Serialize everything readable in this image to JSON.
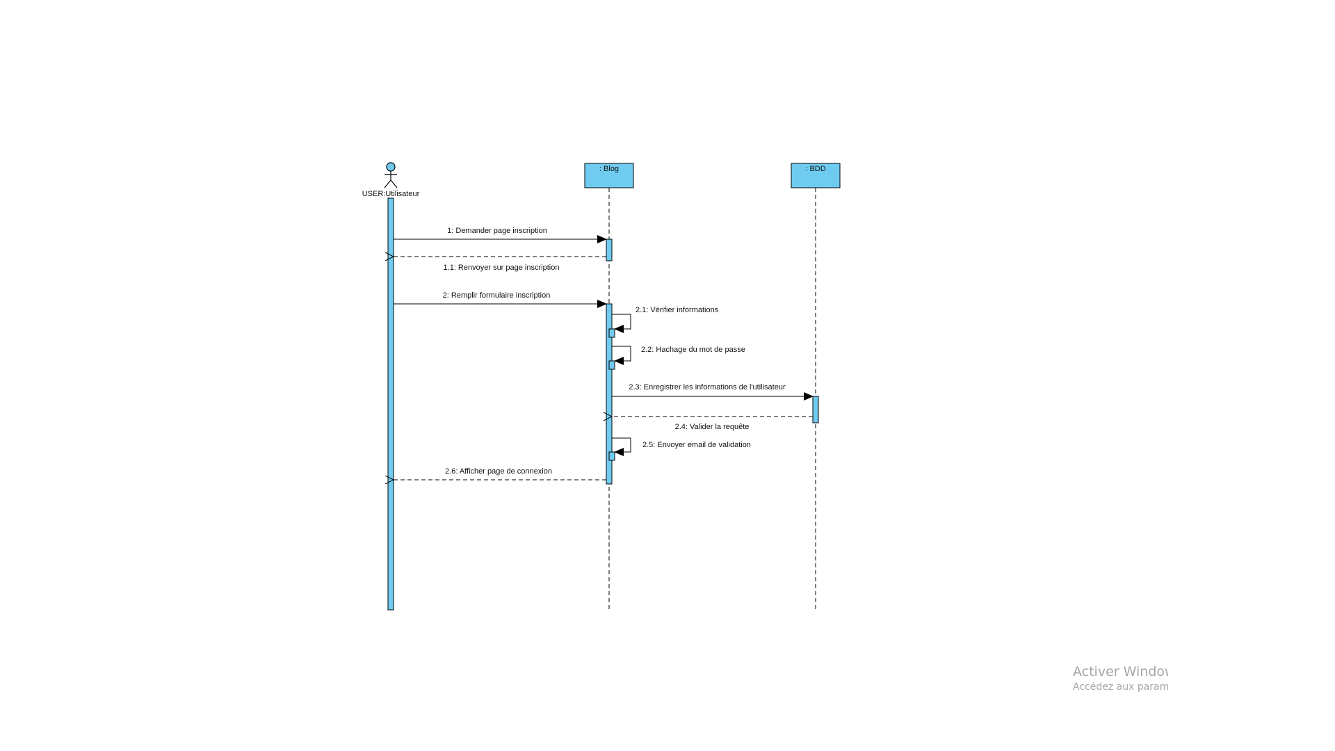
{
  "diagram": {
    "participants": [
      {
        "id": "user",
        "label": "USER:Utilisateur",
        "kind": "actor"
      },
      {
        "id": "blog",
        "label": ": Blog",
        "kind": "object"
      },
      {
        "id": "bdd",
        "label": ": BDD",
        "kind": "object"
      }
    ],
    "messages": [
      {
        "num": "1",
        "text": "1: Demander page inscription",
        "from": "user",
        "to": "blog",
        "style": "sync"
      },
      {
        "num": "1.1",
        "text": "1.1: Renvoyer sur page inscription",
        "from": "blog",
        "to": "user",
        "style": "return"
      },
      {
        "num": "2",
        "text": "2: Remplir formulaire inscription",
        "from": "user",
        "to": "blog",
        "style": "sync"
      },
      {
        "num": "2.1",
        "text": "2.1: Vérifier informations",
        "from": "blog",
        "to": "blog",
        "style": "self"
      },
      {
        "num": "2.2",
        "text": "2.2: Hachage du mot de passe",
        "from": "blog",
        "to": "blog",
        "style": "self"
      },
      {
        "num": "2.3",
        "text": "2.3: Enregistrer les informations de l'utilisateur",
        "from": "blog",
        "to": "bdd",
        "style": "sync"
      },
      {
        "num": "2.4",
        "text": "2.4: Valider la requête",
        "from": "bdd",
        "to": "blog",
        "style": "return"
      },
      {
        "num": "2.5",
        "text": "2.5: Envoyer email de validation",
        "from": "blog",
        "to": "blog",
        "style": "self"
      },
      {
        "num": "2.6",
        "text": "2.6: Afficher page de connexion",
        "from": "blog",
        "to": "user",
        "style": "return"
      }
    ],
    "colors": {
      "object_fill": "#6fcbf0",
      "activation_fill": "#6fcbf0",
      "line": "#000000",
      "text": "#111111"
    }
  },
  "watermark": {
    "title": "Activer Windows",
    "subtitle": "Accédez aux paramètres pour activer Windows."
  }
}
